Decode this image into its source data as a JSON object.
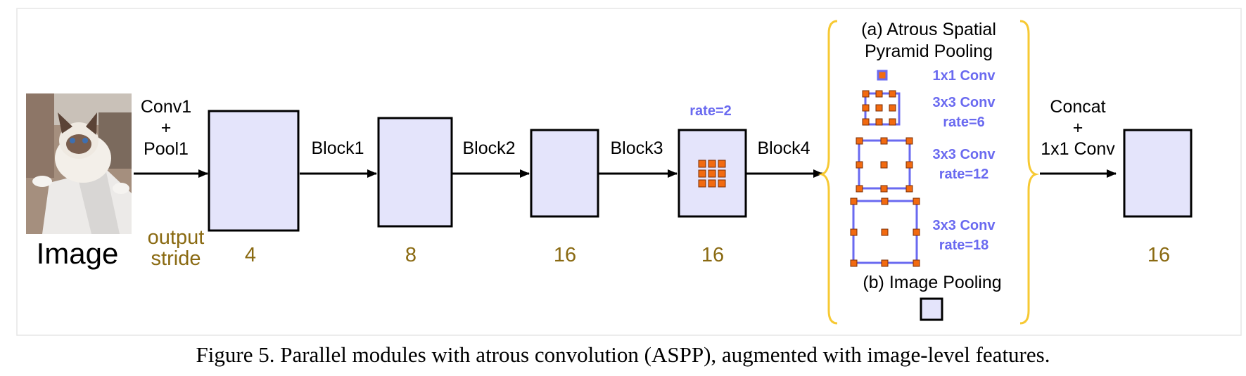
{
  "image_label": "Image",
  "output_stride_label": [
    "output",
    "stride"
  ],
  "arrows": {
    "conv1_pool1": [
      "Conv1",
      "+",
      "Pool1"
    ],
    "block1": "Block1",
    "block2": "Block2",
    "block3": "Block3",
    "block4": "Block4",
    "concat": [
      "Concat",
      "+",
      "1x1 Conv"
    ]
  },
  "strides": [
    "4",
    "8",
    "16",
    "16",
    "16"
  ],
  "rate_label": "rate=2",
  "aspp": {
    "title": [
      "(a) Atrous Spatial",
      "Pyramid Pooling"
    ],
    "branches": [
      {
        "label": [
          "1x1 Conv"
        ]
      },
      {
        "label": [
          "3x3 Conv",
          "rate=6"
        ]
      },
      {
        "label": [
          "3x3 Conv",
          "rate=12"
        ]
      },
      {
        "label": [
          "3x3 Conv",
          "rate=18"
        ]
      }
    ],
    "image_pooling": "(b) Image Pooling"
  },
  "colors": {
    "feature_map": "#e4e4fb",
    "stride_text": "#8a6a12",
    "aspp_text": "#6a6af0",
    "bracket": "#f7c933",
    "kernel": "#f26a10"
  },
  "icons": [
    "cat-photo"
  ],
  "caption": "Figure 5. Parallel modules with atrous convolution (ASPP), augmented with image-level features."
}
